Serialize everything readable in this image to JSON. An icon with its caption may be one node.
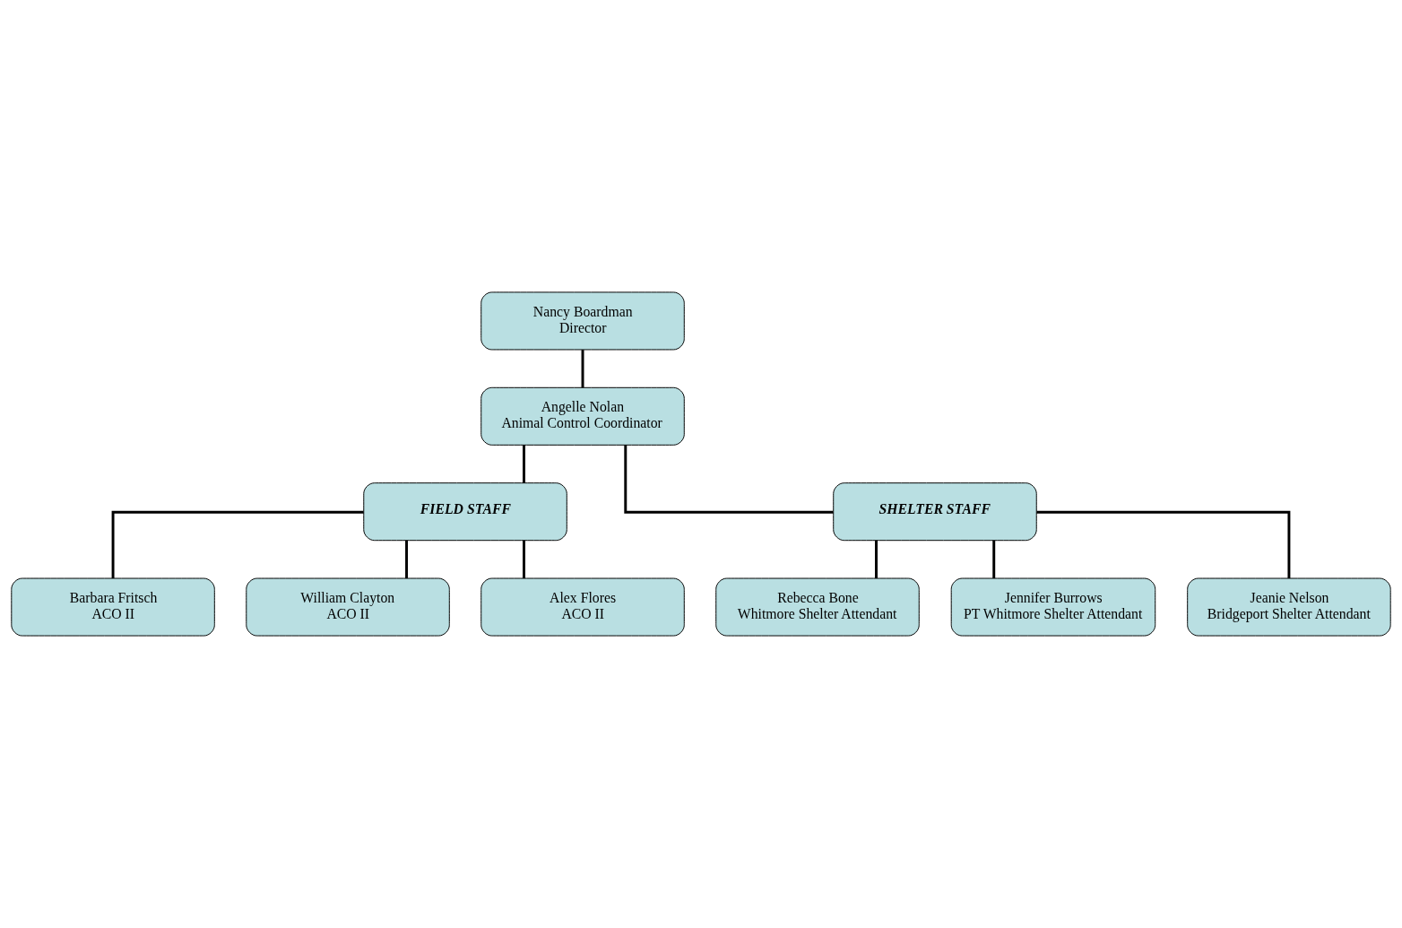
{
  "diagram": {
    "nodes": [
      {
        "text": [
          "Nancy Boardman",
          "Director"
        ]
      },
      {
        "text": [
          "Angelle Nolan",
          "Animal Control Coordinator"
        ]
      },
      {
        "text": [
          "FIELD STAFF"
        ]
      },
      {
        "text": [
          "SHELTER STAFF"
        ]
      },
      {
        "text": [
          "Barbara Fritsch",
          "ACO II"
        ]
      },
      {
        "text": [
          "William Clayton",
          "ACO II"
        ]
      },
      {
        "text": [
          "Alex Flores",
          "ACO II"
        ]
      },
      {
        "text": [
          "Rebecca Bone",
          "Whitmore Shelter Attendant"
        ]
      },
      {
        "text": [
          "Jennifer Burrows",
          "PT Whitmore Shelter Attendant"
        ]
      },
      {
        "text": [
          "Jeanie Nelson",
          "Bridgeport Shelter Attendant"
        ]
      }
    ],
    "edges": [
      {
        "from": 0,
        "to": 1,
        "arrow": "none"
      },
      {
        "from": 1,
        "to": 2,
        "arrow": "none"
      },
      {
        "from": 1,
        "to": 3,
        "arrow": "none"
      },
      {
        "from": 2,
        "to": 4,
        "arrow": "none"
      },
      {
        "from": 2,
        "to": 5,
        "arrow": "none"
      },
      {
        "from": 2,
        "to": 6,
        "arrow": "none"
      },
      {
        "from": 3,
        "to": 7,
        "arrow": "none"
      },
      {
        "from": 3,
        "to": 8,
        "arrow": "none"
      },
      {
        "from": 3,
        "to": 9,
        "arrow": "none"
      }
    ]
  }
}
